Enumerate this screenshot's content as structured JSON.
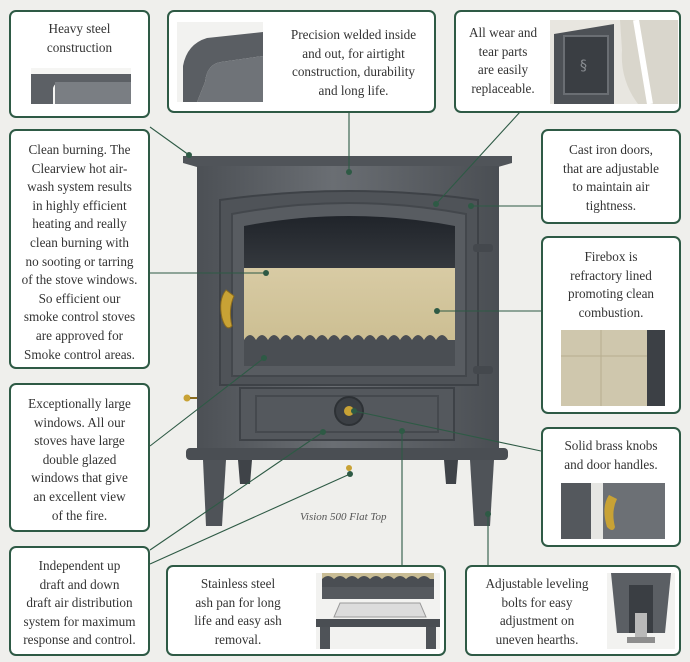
{
  "callouts": {
    "heavy_steel": "Heavy steel\nconstruction",
    "precision_welded": "Precision welded inside\nand out, for airtight\nconstruction, durability\nand long life.",
    "wear_parts": "All wear and\ntear parts\nare easily\nreplaceable.",
    "clean_burning": "Clean burning. The\nClearview hot air-\nwash system results\nin highly efficient\nheating and really\nclean burning with\nno sooting or tarring\nof the stove windows.\nSo efficient our\nsmoke control stoves\nare approved for\nSmoke control areas.",
    "cast_iron_doors": "Cast iron doors,\nthat are adjustable\nto maintain air\ntightness.",
    "firebox": "Firebox is\nrefractory lined\npromoting clean\ncombustion.",
    "large_windows": "Exceptionally large\nwindows. All our\nstoves have large\ndouble glazed\nwindows that give\nan excellent view\nof the fire.",
    "brass_knobs": "Solid brass knobs\nand door handles.",
    "air_distribution": "Independent up\ndraft and down\ndraft air distribution\nsystem for maximum\nresponse and control.",
    "ash_pan": "Stainless steel\nash pan for long\nlife and easy ash\nremoval.",
    "leveling_bolts": "Adjustable leveling\nbolts for easy\nadjustment on\nuneven hearths."
  },
  "product_caption": "Vision 500 Flat Top",
  "colors": {
    "border": "#2e5a45",
    "background": "#efefec",
    "stove_body": "#595d62",
    "firebox": "#cfc298",
    "brass": "#c8a235"
  }
}
